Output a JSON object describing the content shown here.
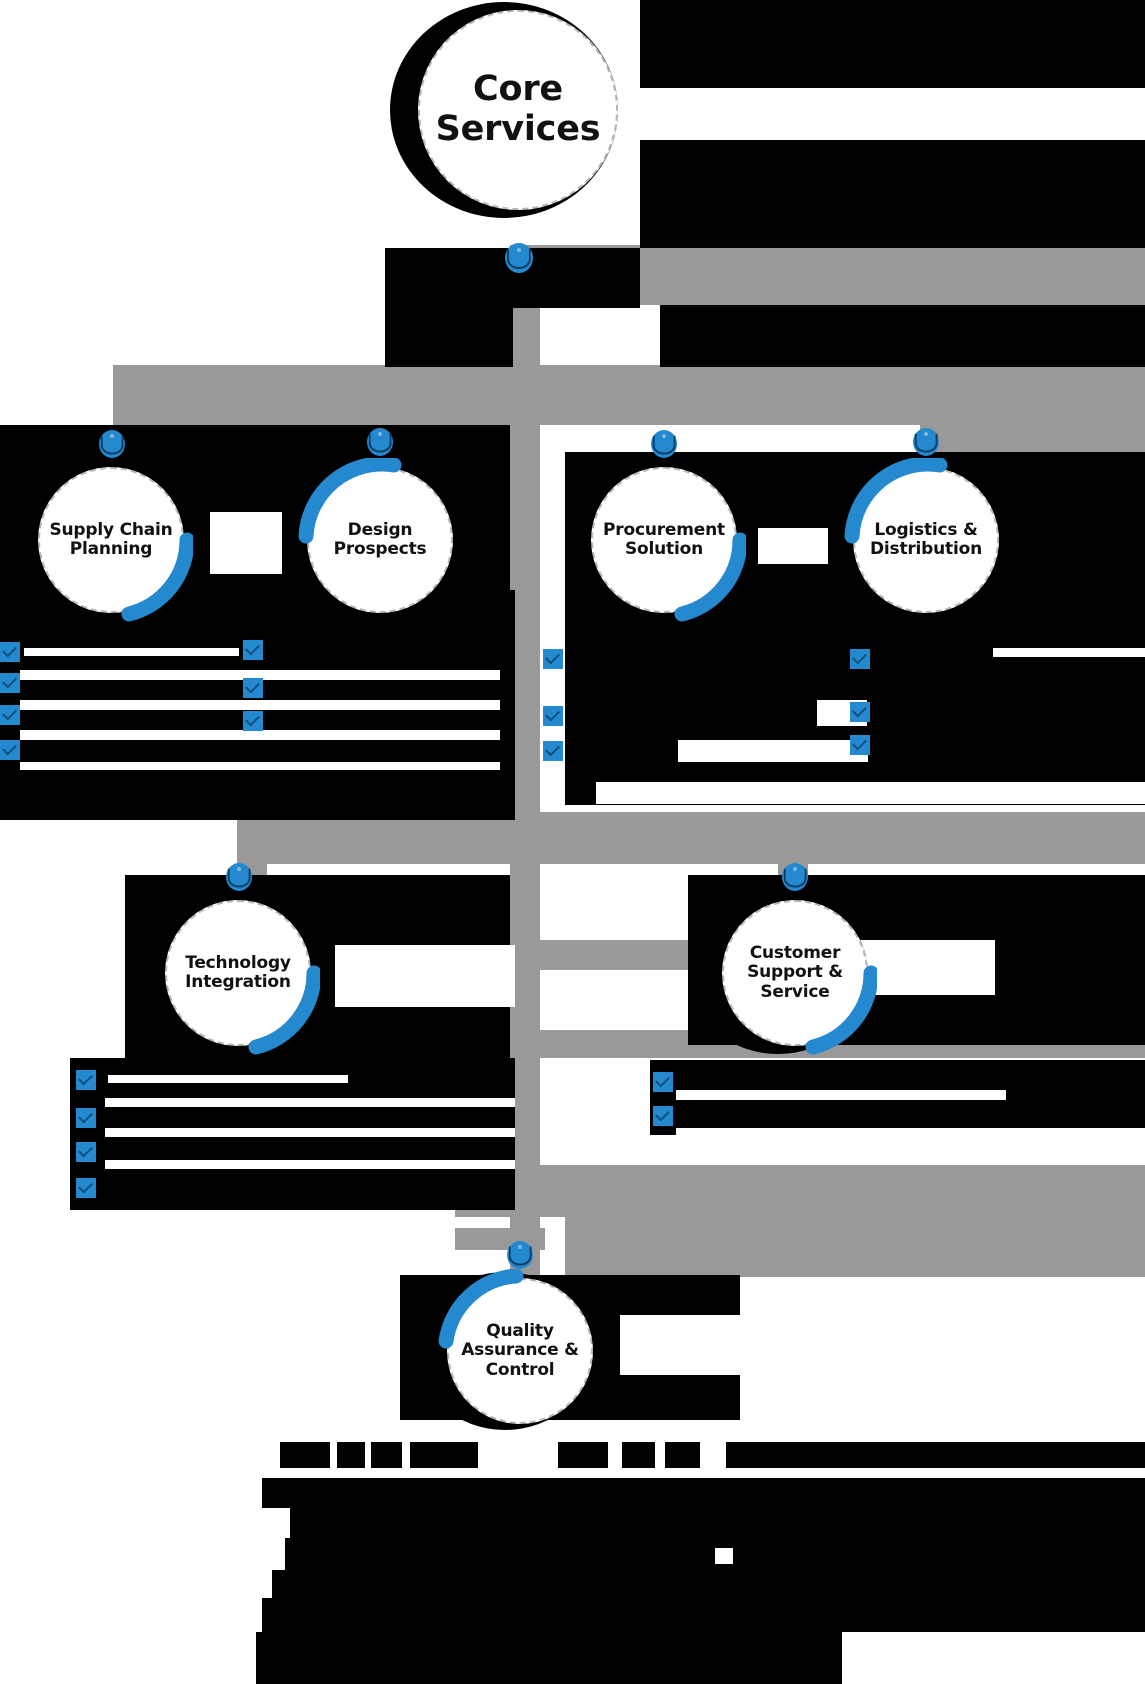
{
  "diagram": {
    "type": "mind-map-hierarchy",
    "title": "Core Services",
    "accent_color": "#2589D0",
    "connector_color": "#999999",
    "redaction_color": "#000000",
    "node_fill": "#ffffff",
    "node_border": "#b8b8b8",
    "center": {
      "label": "Core Services",
      "marker_icon": "pin-marker-icon"
    },
    "branches": [
      {
        "id": "supply-chain-planning",
        "label": "Supply Chain Planning",
        "marker_icon": "pin-marker-icon",
        "bullets": [
          "",
          "",
          "",
          ""
        ]
      },
      {
        "id": "design-prospects",
        "label": "Design Prospects",
        "marker_icon": "pin-marker-icon",
        "bullets": [
          "",
          "",
          ""
        ]
      },
      {
        "id": "procurement-solution",
        "label": "Procurement Solution",
        "marker_icon": "pin-marker-icon",
        "bullets": [
          "",
          "",
          ""
        ]
      },
      {
        "id": "logistics-distribution",
        "label": "Logistics & Distribution",
        "marker_icon": "pin-marker-icon",
        "bullets": [
          "",
          "",
          ""
        ]
      },
      {
        "id": "technology-integration",
        "label": "Technology Integration",
        "marker_icon": "pin-marker-icon",
        "bullets": [
          "",
          "",
          "",
          ""
        ]
      },
      {
        "id": "customer-support-service",
        "label": "Customer Support & Service",
        "marker_icon": "pin-marker-icon",
        "bullets": [
          "",
          ""
        ]
      },
      {
        "id": "quality-assurance-control",
        "label": "Quality Assurance & Control",
        "marker_icon": "pin-marker-icon",
        "bullets": []
      }
    ]
  }
}
